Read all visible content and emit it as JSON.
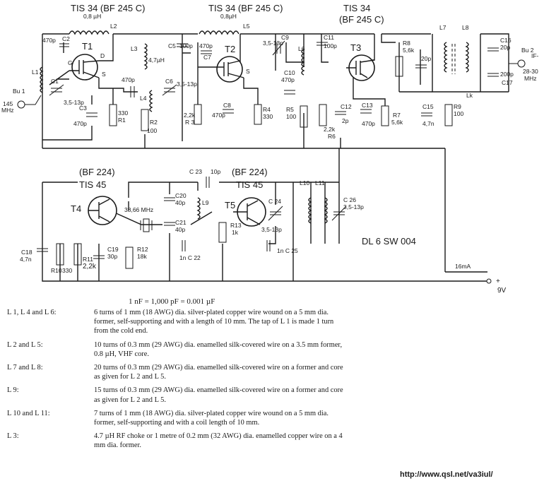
{
  "stages": {
    "t1_type": "TIS 34 (BF 245 C)",
    "t2_type": "TIS 34 (BF 245 C)",
    "t3_type": "TIS 34",
    "t3_alt": "(BF 245 C)",
    "t4_alt": "(BF 224)",
    "t4_type": "TIS 45",
    "t5_alt": "(BF 224)",
    "t5_type": "TIS 45"
  },
  "refs": {
    "T1": "T1",
    "T2": "T2",
    "T3": "T3",
    "T4": "T4",
    "T5": "T5",
    "G": "G",
    "D": "D",
    "S": "S",
    "S2": "S",
    "L1": "L1",
    "L2": "L2",
    "L3": "L3",
    "L4": "L4",
    "L5": "L5",
    "L6": "L6",
    "L7": "L7",
    "L8": "L8",
    "L9": "L9",
    "L10": "L10",
    "L11": "L11",
    "Lk": "Lk",
    "C1": "C1",
    "C2": "C2",
    "C3": "C3",
    "C5": "C5",
    "C6": "C6",
    "C7": "C7",
    "C8": "C8",
    "C9": "C9",
    "C10": "C10",
    "C11": "C11",
    "C12": "C12",
    "C13": "C13",
    "C15": "C15",
    "C16": "C16",
    "C17": "C17",
    "C18": "C18",
    "C19": "C19",
    "C20": "C20",
    "C21": "C21",
    "C22": "1n C 22",
    "C23": "C 23",
    "C24": "C 24",
    "C25": "1n C 25",
    "C26": "C 26",
    "R1": "R1",
    "R2": "R2",
    "R3": "R 3",
    "R4": "R4",
    "R5": "R5",
    "R6": "R6",
    "R7": "R7",
    "R8": "R8",
    "R9": "R9",
    "R10": "R10",
    "R11": "R11",
    "R12": "R12",
    "R13": "R13",
    "Bu1": "Bu 1",
    "Bu2": "Bu 2"
  },
  "values": {
    "l2_ind": "0,8 µH",
    "l5_ind": "0,8µH",
    "l3_ind": "4,7µH",
    "c2": "470p",
    "c1": "3,5-13p",
    "c3": "470p",
    "r1": "330",
    "c4": "470p",
    "c6": "3,5-13p",
    "r2": "100",
    "r3": "2,2k",
    "c5": "100p",
    "c7": "470p",
    "c8": "470p",
    "r4": "330",
    "c9": "3,5-13p",
    "c10": "470p",
    "r5": "100",
    "c11": "100p",
    "c12": "2p",
    "r6": "2,2k",
    "c13": "470p",
    "r7": "5,6k",
    "r8": "5,6k",
    "c14": "20p",
    "c15": "4,7n",
    "r9": "100",
    "c16": "20p",
    "c17": "200p",
    "c18": "4,7n",
    "r10": "330",
    "r11": "2,2k",
    "c19": "30p",
    "r12": "18k",
    "xtal": "38,66 MHz",
    "c20": "40p",
    "c21": "40p",
    "c23": "10p",
    "r13": "1k",
    "c24": "3,5-13p",
    "c26": "3,5-13p",
    "input_freq_a": "145",
    "input_freq_b": "MHz",
    "if_a": "IF-",
    "if_b": "28-30",
    "if_c": "MHz",
    "current": "16mA",
    "supply": "9V",
    "plus": "+",
    "minus": "-"
  },
  "model": "DL 6 SW 004",
  "formula": "1 nF = 1,000 pF = 0.001 µF",
  "notes": [
    {
      "key": "L 1, L 4 and L 6:",
      "text": "6 turns of 1 mm (18 AWG) dia. silver-plated copper wire wound on a 5 mm dia. former, self-supporting and with a length of 10 mm. The tap of L 1 is made 1 turn from the cold end."
    },
    {
      "key": "L 2 and L 5:",
      "text": "10 turns of 0.3 mm (29 AWG) dia. enamelled silk-covered wire on a 3.5 mm former, 0.8 µH, VHF core."
    },
    {
      "key": "L 7 and L 8:",
      "text": "20 turns of 0.3 mm (29 AWG) dia. enamelled silk-covered wire on a former and core as given for L 2 and L 5."
    },
    {
      "key": "L 9:",
      "text": "15 turns of 0.3 mm (29 AWG) dia. enamelled silk-covered wire on a former and core as given for L 2 and L 5."
    },
    {
      "key": "L 10 and L 11:",
      "text": "7 turns of 1 mm (18 AWG) dia. silver-plated copper wire wound on a 5 mm dia. former, self-supporting and with a coil length of 10 mm."
    },
    {
      "key": "L 3:",
      "text": "4.7 µH RF choke or 1 metre of 0.2 mm (32 AWG) dia. enamelled copper wire on a 4 mm dia. former."
    }
  ],
  "url": "http://www.qsl.net/va3iul/"
}
